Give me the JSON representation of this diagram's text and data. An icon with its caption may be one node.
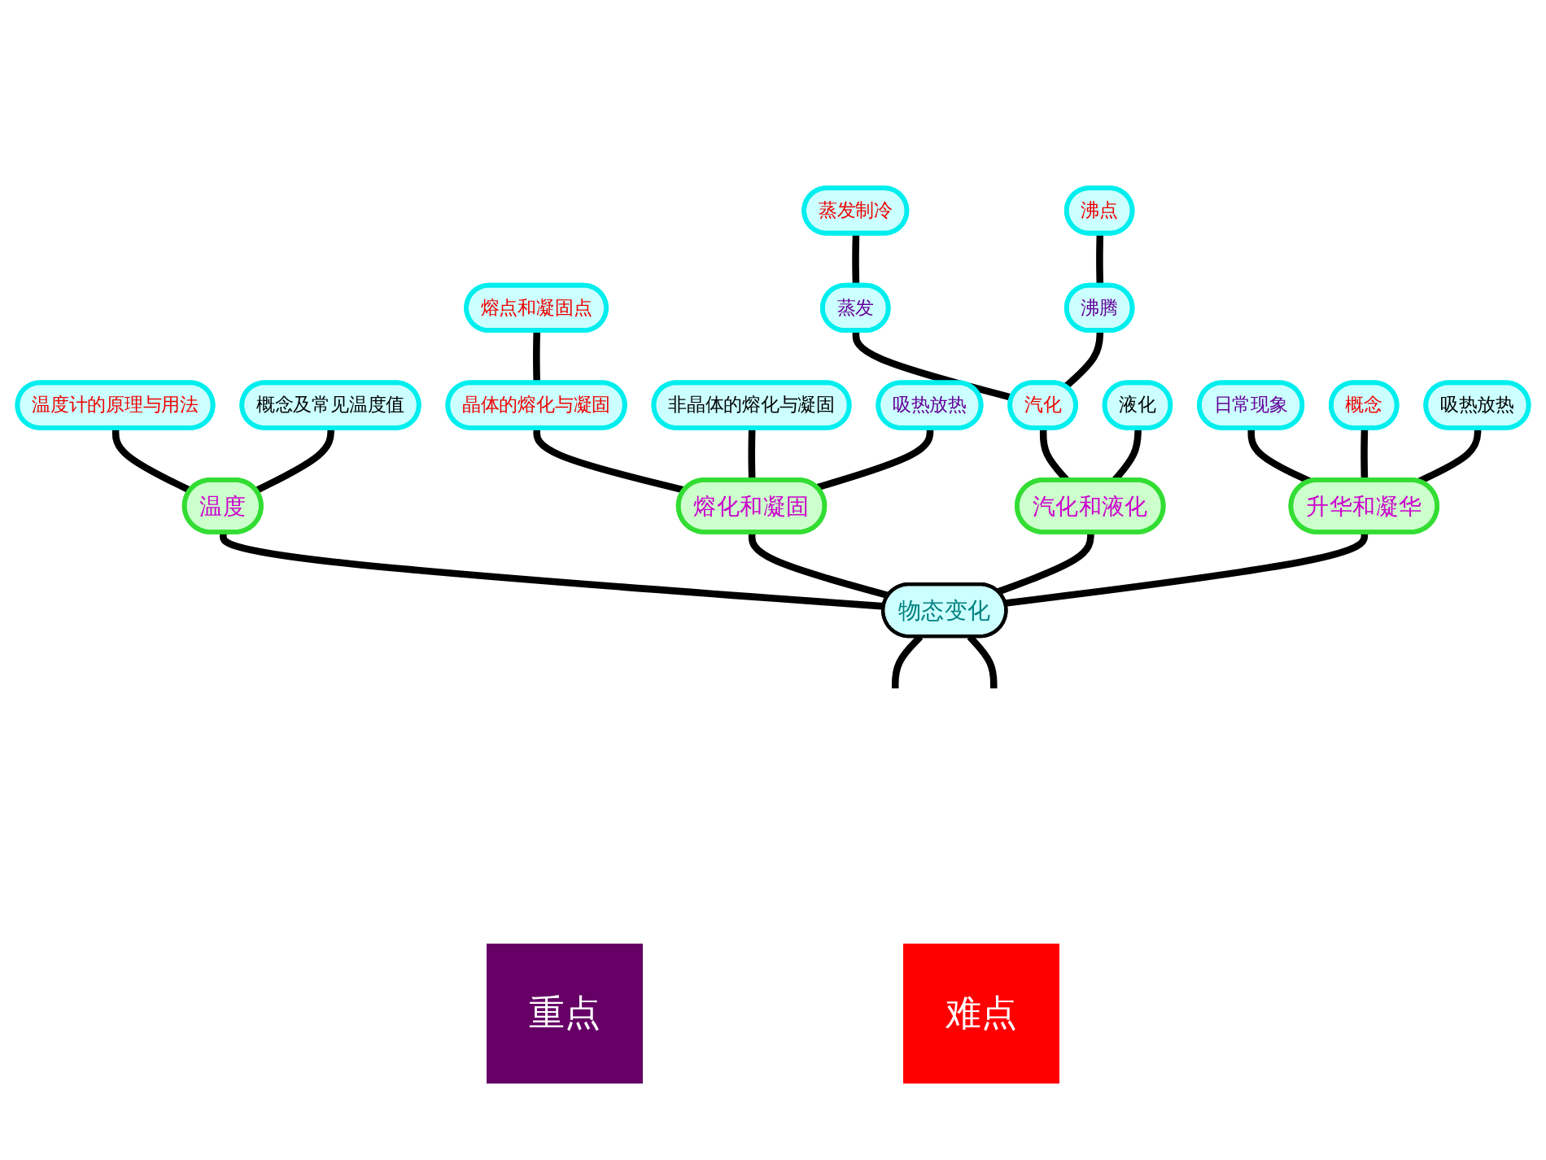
{
  "diagram": {
    "nodes": [
      {
        "text": [
          "物态变化"
        ]
      },
      {
        "text": [
          "温度"
        ]
      },
      {
        "text": [
          "熔化和凝固"
        ]
      },
      {
        "text": [
          "汽化和液化"
        ]
      },
      {
        "text": [
          "升华和凝华"
        ]
      },
      {
        "text": [
          "温度计的原理与用法"
        ]
      },
      {
        "text": [
          "概念及常见温度值"
        ]
      },
      {
        "text": [
          "晶体的熔化与凝固"
        ]
      },
      {
        "text": [
          "熔点和凝固点"
        ]
      },
      {
        "text": [
          "非晶体的熔化与凝固"
        ]
      },
      {
        "text": [
          "吸热放热"
        ]
      },
      {
        "text": [
          "汽化"
        ]
      },
      {
        "text": [
          "蒸发"
        ]
      },
      {
        "text": [
          "蒸发制冷"
        ]
      },
      {
        "text": [
          "沸腾"
        ]
      },
      {
        "text": [
          "沸点"
        ]
      },
      {
        "text": [
          "液化"
        ]
      },
      {
        "text": [
          "日常现象"
        ]
      },
      {
        "text": [
          "概念"
        ]
      },
      {
        "text": [
          "吸热放热"
        ]
      }
    ],
    "edges": [
      {
        "from": 0,
        "to": 1,
        "arrow": "none"
      },
      {
        "from": 0,
        "to": 2,
        "arrow": "none"
      },
      {
        "from": 0,
        "to": 3,
        "arrow": "none"
      },
      {
        "from": 0,
        "to": 4,
        "arrow": "none"
      },
      {
        "from": 1,
        "to": 5,
        "arrow": "none"
      },
      {
        "from": 1,
        "to": 6,
        "arrow": "none"
      },
      {
        "from": 2,
        "to": 7,
        "arrow": "none"
      },
      {
        "from": 7,
        "to": 8,
        "arrow": "none"
      },
      {
        "from": 2,
        "to": 9,
        "arrow": "none"
      },
      {
        "from": 2,
        "to": 10,
        "arrow": "none"
      },
      {
        "from": 3,
        "to": 11,
        "arrow": "none"
      },
      {
        "from": 11,
        "to": 12,
        "arrow": "none"
      },
      {
        "from": 12,
        "to": 13,
        "arrow": "none"
      },
      {
        "from": 11,
        "to": 14,
        "arrow": "none"
      },
      {
        "from": 14,
        "to": 15,
        "arrow": "none"
      },
      {
        "from": 3,
        "to": 16,
        "arrow": "none"
      },
      {
        "from": 4,
        "to": 17,
        "arrow": "none"
      },
      {
        "from": 4,
        "to": 18,
        "arrow": "none"
      },
      {
        "from": 4,
        "to": 19,
        "arrow": "none"
      },
      {
        "from": 0,
        "to": null,
        "arrow": "none"
      },
      {
        "from": 0,
        "to": null,
        "arrow": "none"
      }
    ],
    "legend": [
      {
        "text": "重点",
        "color": "#660066"
      },
      {
        "text": "难点",
        "color": "#ff0000"
      }
    ]
  }
}
